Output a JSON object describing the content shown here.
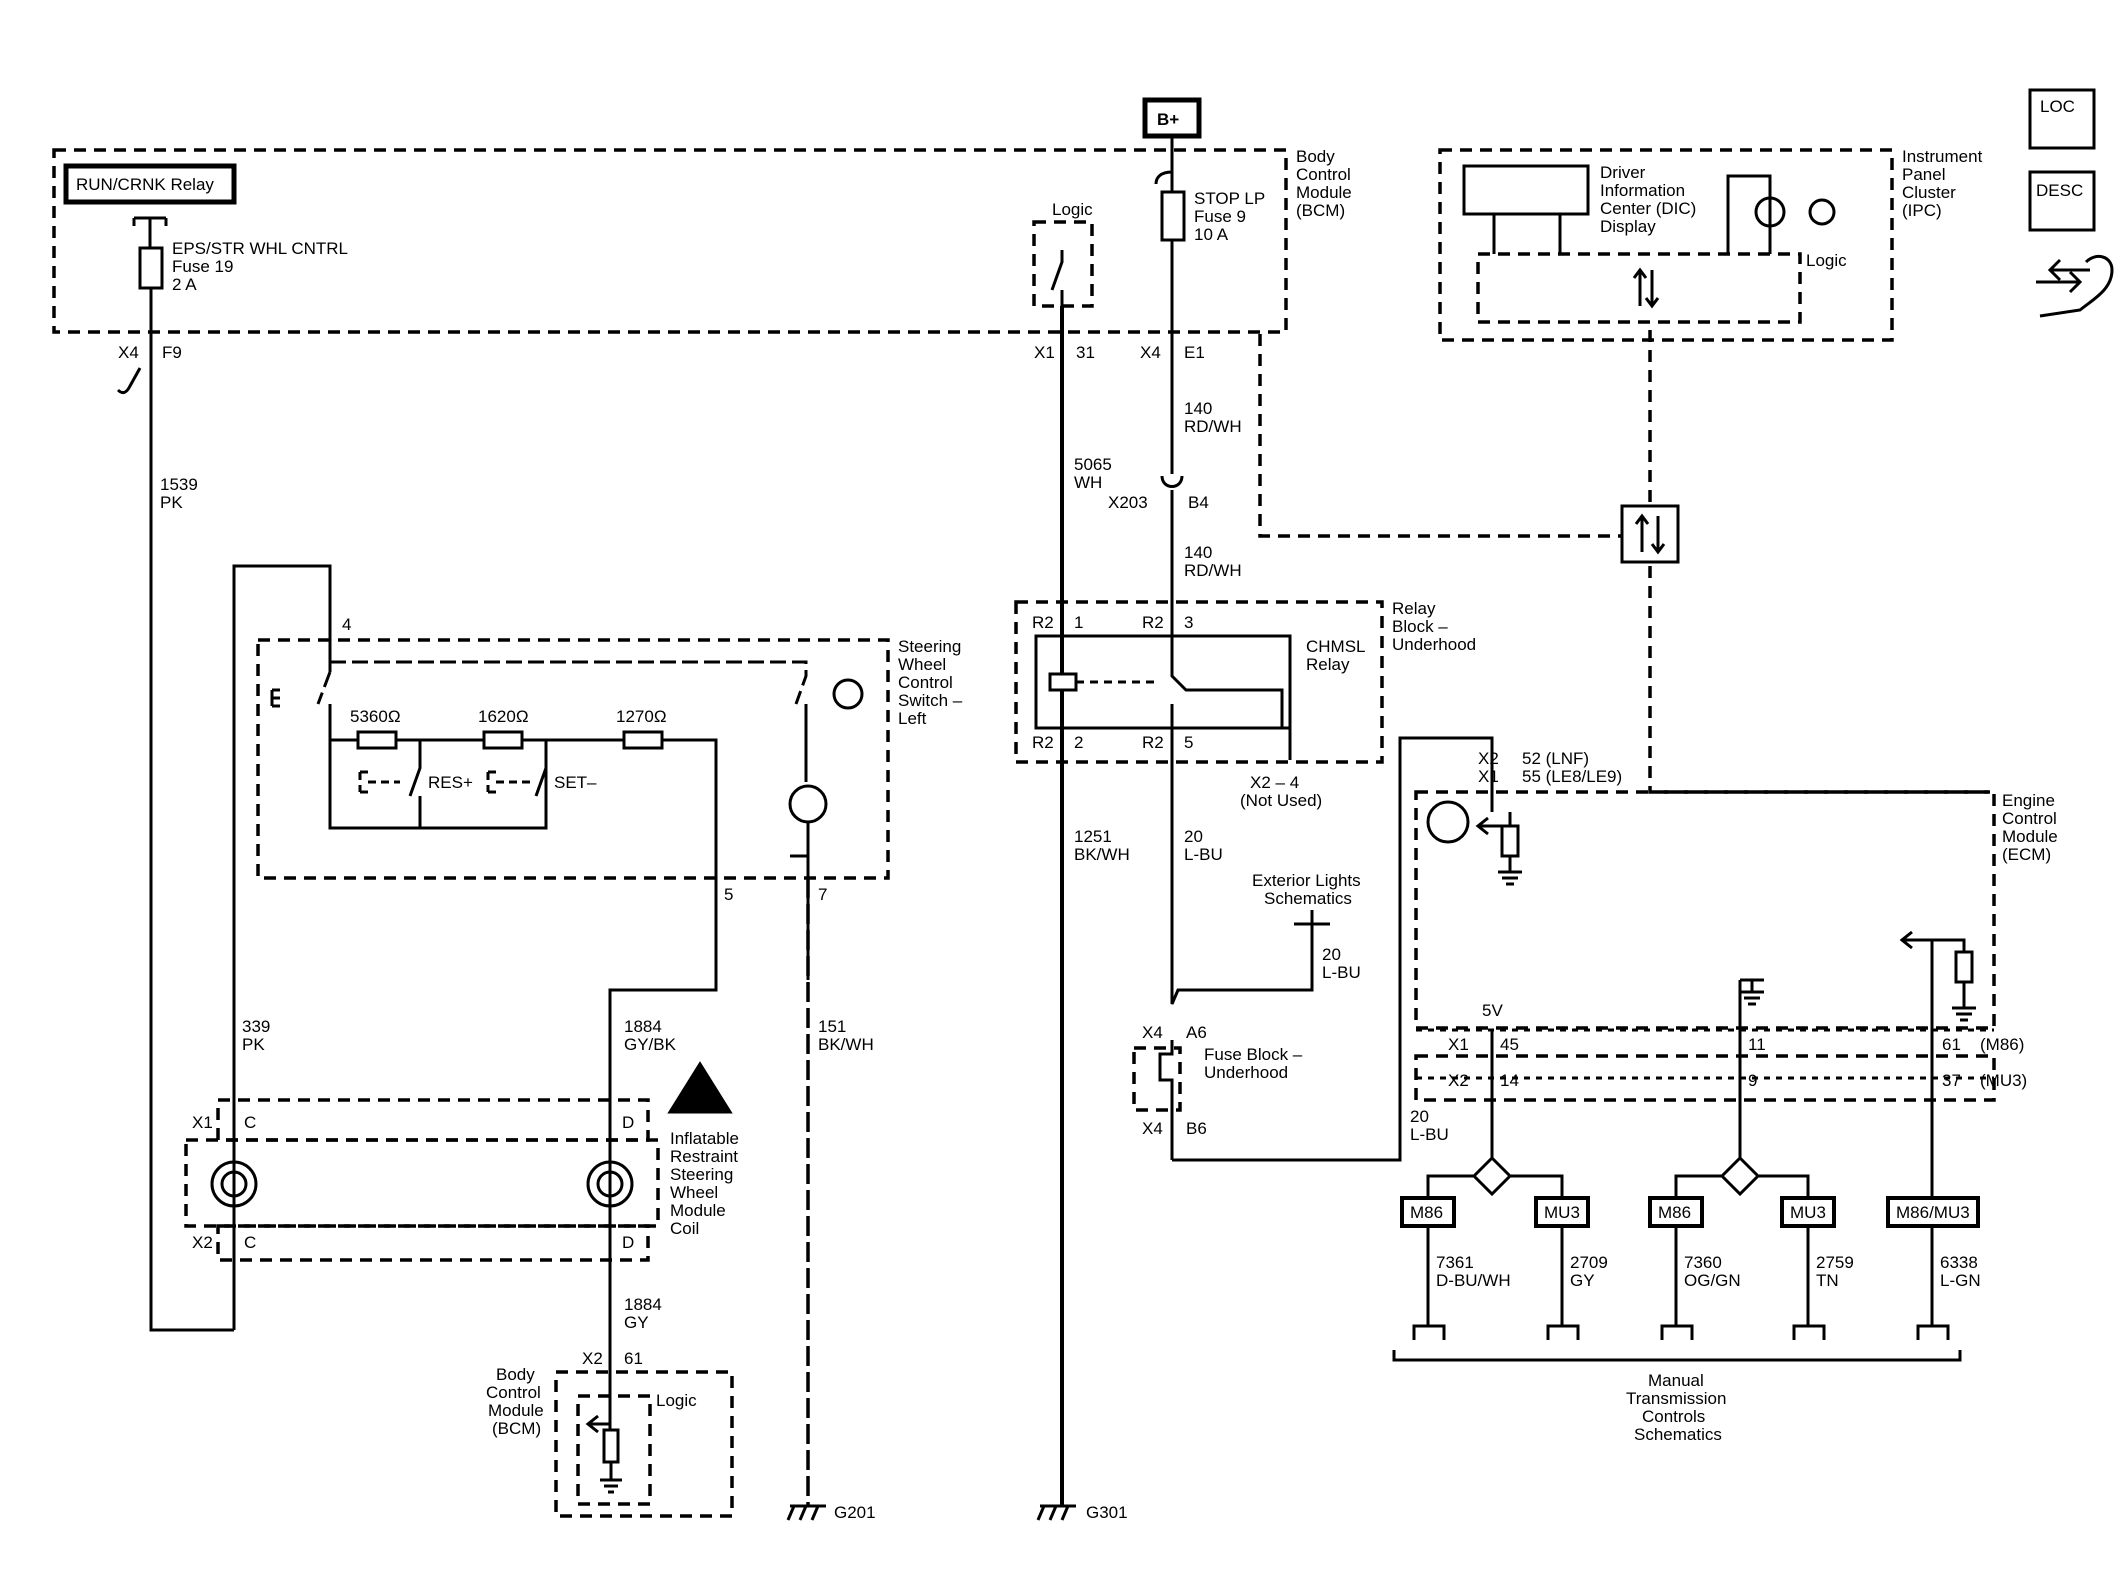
{
  "nav_icons": {
    "loc": "LOC",
    "desc": "DESC",
    "wrench_icon": "wrench-arrows-icon"
  },
  "bplus": "B+",
  "bcm_top": {
    "label": [
      "Body",
      "Control",
      "Module",
      "(BCM)"
    ],
    "relay": "RUN/CRNK Relay",
    "fuse19": [
      "EPS/STR WHL CNTRL",
      "Fuse 19",
      "2 A"
    ],
    "logic": "Logic",
    "stoplp": [
      "STOP LP",
      "Fuse 9",
      "10 A"
    ],
    "conn_x4": "X4",
    "pin_f9": "F9",
    "conn_x1": "X1",
    "pin_31": "31",
    "conn_x4b": "X4",
    "pin_e1": "E1"
  },
  "ipc": {
    "label": [
      "Instrument",
      "Panel",
      "Cluster",
      "(IPC)"
    ],
    "dic": [
      "Driver",
      "Information",
      "Center (DIC)",
      "Display"
    ],
    "logic": "Logic"
  },
  "wires": {
    "w1539": [
      "1539",
      "PK"
    ],
    "w5065": [
      "5065",
      "WH"
    ],
    "w140a": [
      "140",
      "RD/WH"
    ],
    "x203": "X203",
    "b4": "B4",
    "w140b": [
      "140",
      "RD/WH"
    ],
    "w339": [
      "339",
      "PK"
    ],
    "w1884a": [
      "1884",
      "GY/BK"
    ],
    "w151": [
      "151",
      "BK/WH"
    ],
    "w1251": [
      "1251",
      "BK/WH"
    ],
    "w20a": [
      "20",
      "L-BU"
    ],
    "w20b": [
      "20",
      "L-BU"
    ],
    "w20c": [
      "20",
      "L-BU"
    ],
    "w1884b": [
      "1884",
      "GY"
    ]
  },
  "swc": {
    "label": [
      "Steering",
      "Wheel",
      "Control",
      "Switch –",
      "Left"
    ],
    "pin4": "4",
    "pin5": "5",
    "pin7": "7",
    "r1": "5360Ω",
    "r2": "1620Ω",
    "r3": "1270Ω",
    "res": "RES+",
    "set": "SET–"
  },
  "relay_block": {
    "label": [
      "Relay",
      "Block –",
      "Underhood"
    ],
    "relay": [
      "CHMSL",
      "Relay"
    ],
    "r2a": "R2",
    "p1": "1",
    "r2b": "R2",
    "p3": "3",
    "r2c": "R2",
    "p2": "2",
    "r2d": "R2",
    "p5": "5",
    "x2_4": "X2 – 4",
    "not_used": "(Not Used)"
  },
  "ext_lights": [
    "Exterior Lights",
    "Schematics"
  ],
  "fuse_block": {
    "label": [
      "Fuse Block –",
      "Underhood"
    ],
    "x4a": "X4",
    "a6": "A6",
    "x4b": "X4",
    "b6": "B6"
  },
  "ecm": {
    "label": [
      "Engine",
      "Control",
      "Module",
      "(ECM)"
    ],
    "x2": "X2",
    "p52": "52 (LNF)",
    "x1": "X1",
    "p55": "55 (LE8/LE9)",
    "v5": "5V",
    "row1": {
      "conn": "X1",
      "a": "45",
      "b": "11",
      "c": "61",
      "opt": "(M86)"
    },
    "row2": {
      "conn": "X2",
      "a": "14",
      "b": "9",
      "c": "37",
      "opt": "(MU3)"
    }
  },
  "coil": {
    "label": [
      "Inflatable",
      "Restraint",
      "Steering",
      "Wheel",
      "Module",
      "Coil"
    ],
    "x1": "X1",
    "c1": "C",
    "d1": "D",
    "x2": "X2",
    "c2": "C",
    "d2": "D"
  },
  "bcm_bottom": {
    "label": [
      "Body",
      "Control",
      "Module",
      "(BCM)"
    ],
    "x2": "X2",
    "p61": "61",
    "logic": "Logic"
  },
  "grounds": {
    "g201": "G201",
    "g301": "G301"
  },
  "mtc": {
    "boxes": [
      "M86",
      "MU3",
      "M86",
      "MU3",
      "M86/MU3"
    ],
    "wires": [
      [
        "7361",
        "D-BU/WH"
      ],
      [
        "2709",
        "GY"
      ],
      [
        "7360",
        "OG/GN"
      ],
      [
        "2759",
        "TN"
      ],
      [
        "6338",
        "L-GN"
      ]
    ],
    "label": [
      "Manual",
      "Transmission",
      "Controls",
      "Schematics"
    ]
  }
}
